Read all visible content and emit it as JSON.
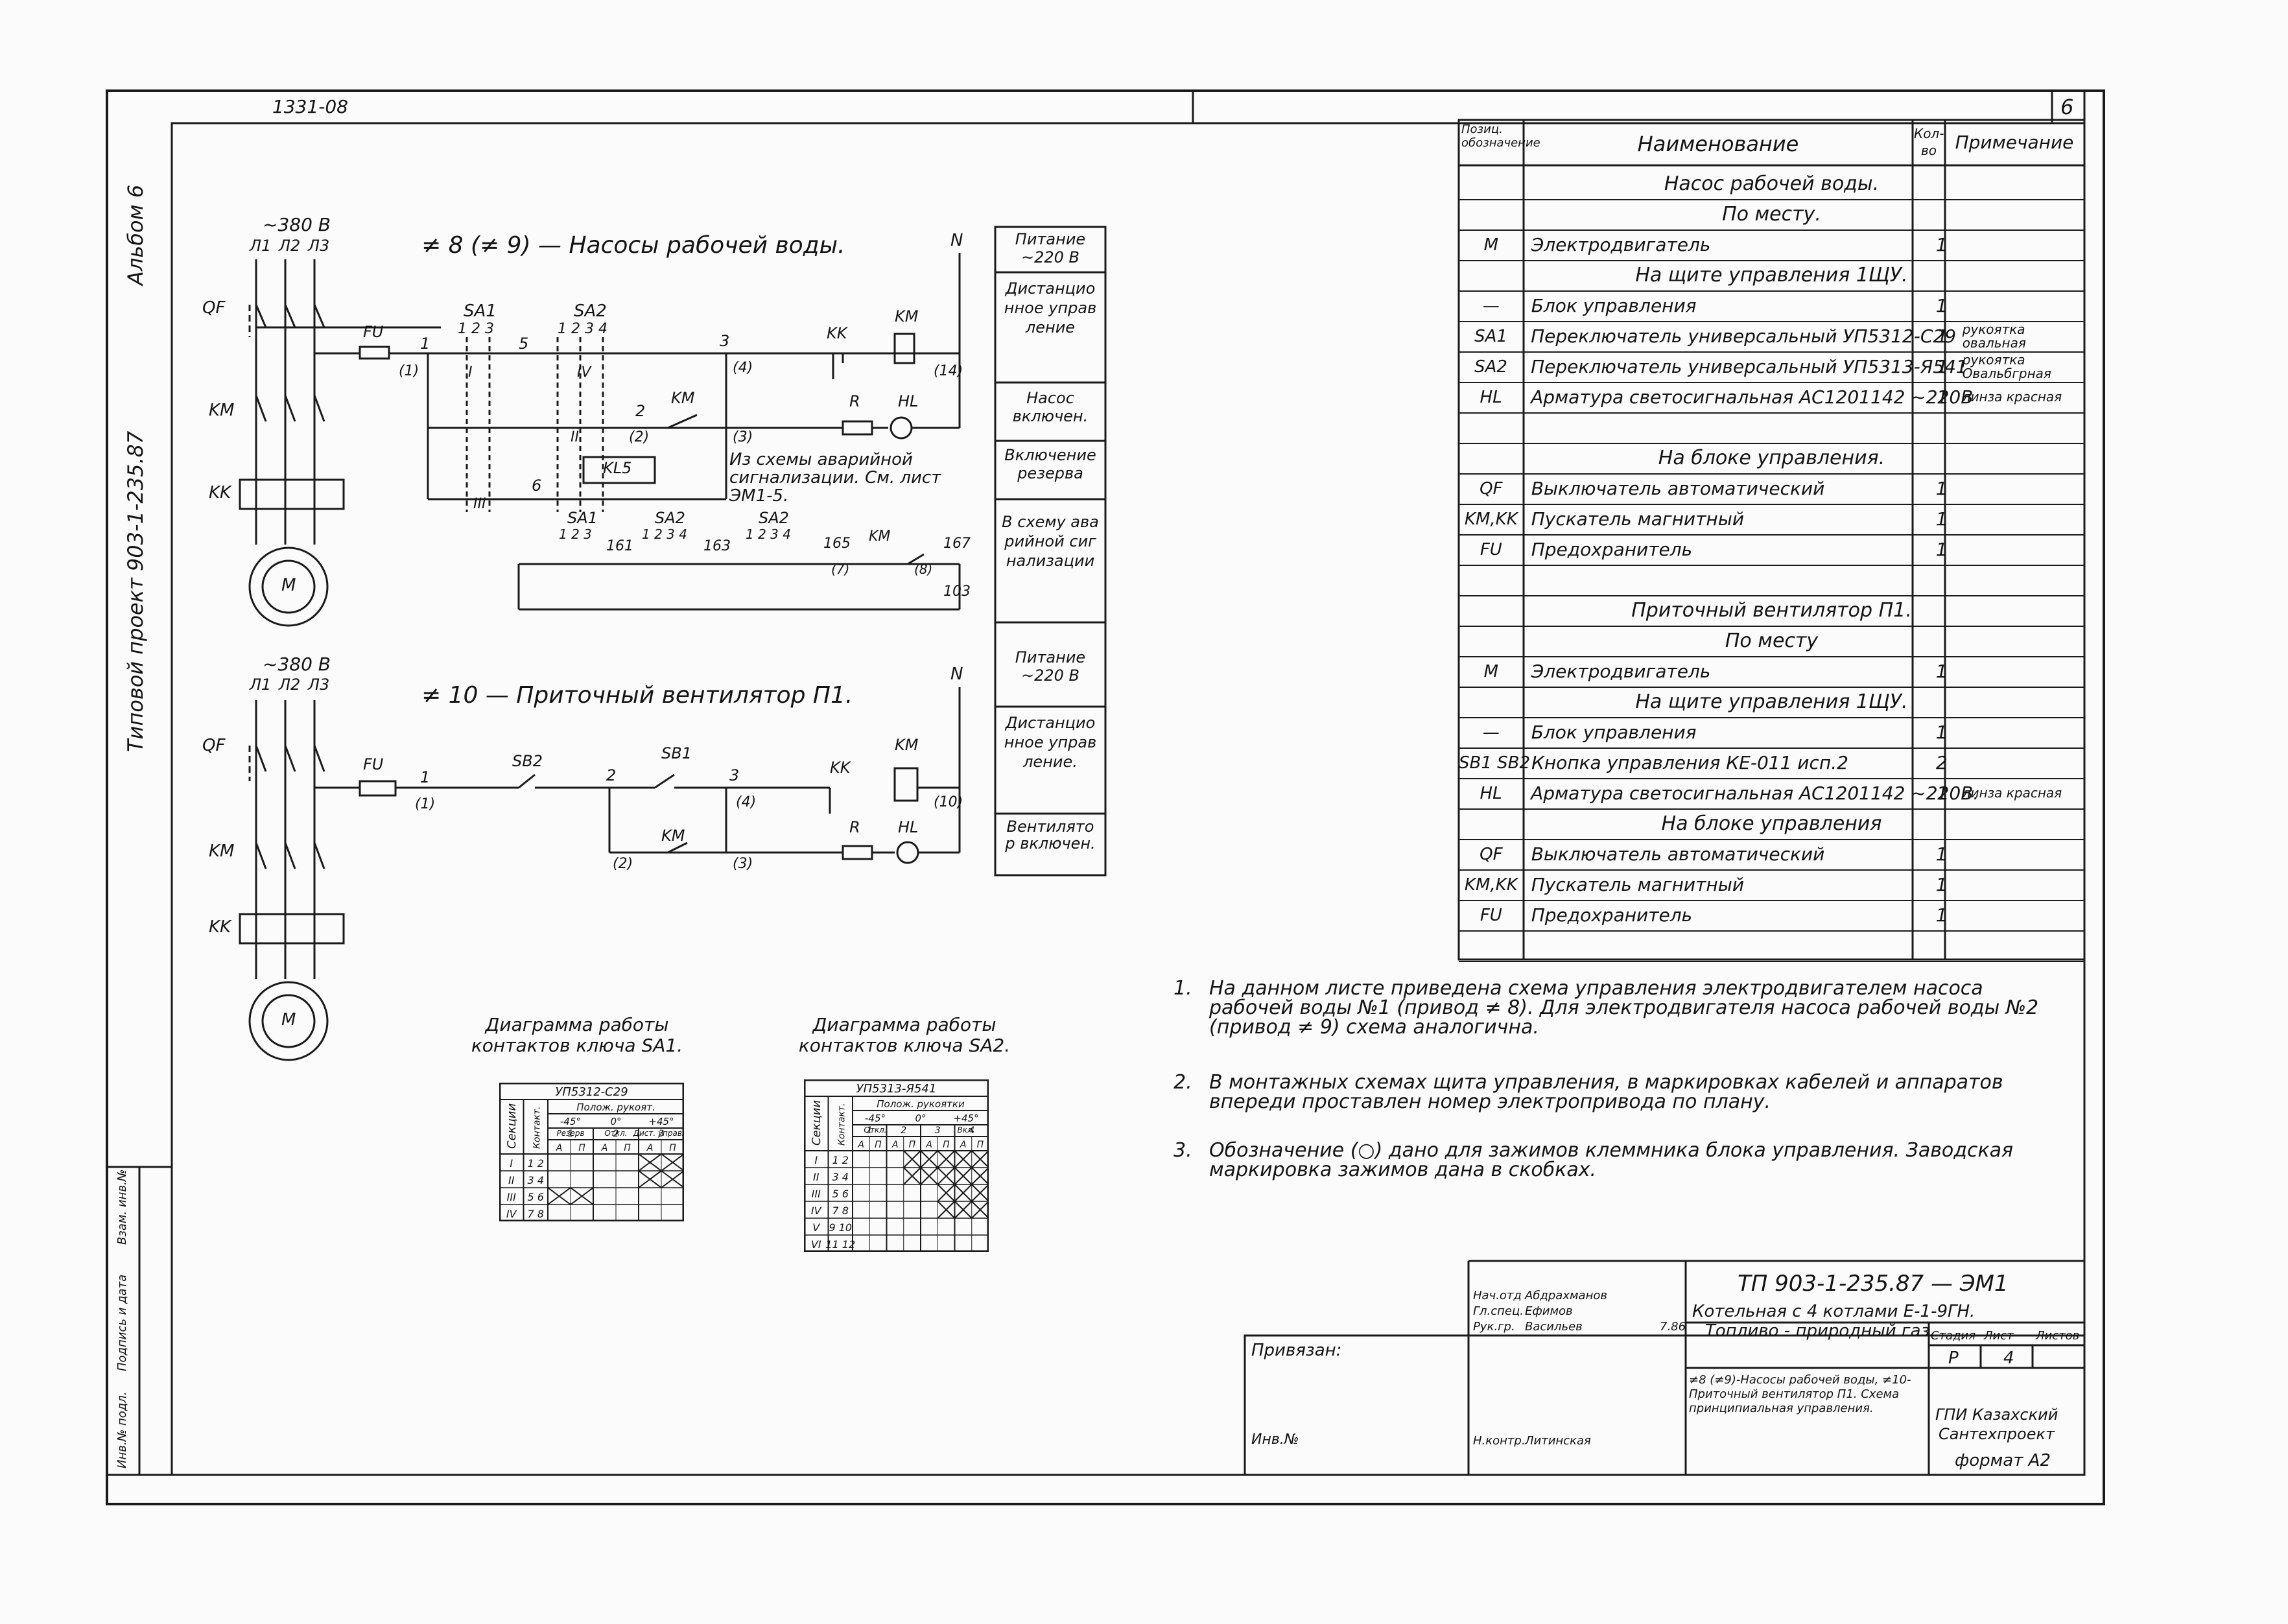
{
  "sheet": {
    "number": "6",
    "top_code": "1331-08",
    "album": "Альбом 6",
    "project": "Типовой проект 903-1-235.87"
  },
  "circuit1": {
    "supply": "~380 В",
    "phases": [
      "Л1",
      "Л2",
      "Л3"
    ],
    "title": "≠ 8 (≠ 9) — Насосы рабочей воды.",
    "labels": {
      "qf": "QF",
      "km": "KM",
      "kk": "KK",
      "motor": "M",
      "fu": "FU",
      "sa1": "SA1",
      "sa2": "SA2",
      "sa1_contacts": "1 2 3",
      "sa2_contacts": "1 2 3 4",
      "n": "N",
      "kk_coil": "KK",
      "km_coil": "KM",
      "km_contact": "KM",
      "r": "R",
      "hl": "HL",
      "kl5": "KL5",
      "node1": "1",
      "node1_term": "(1)",
      "node5": "5",
      "node2": "2",
      "node2_term": "(2)",
      "node3": "3",
      "node3_term_a": "(4)",
      "node3_term_b": "(3)",
      "node6": "6",
      "node_right_term": "(14)",
      "sec_i": "I",
      "sec_iv": "IV",
      "sec_ii": "II",
      "sec_iii": "III",
      "from_alarm": "Из схемы аварийной сигнализации. См. лист ЭМ1-5.",
      "alarm_sa1": "SA1",
      "alarm_sa2a": "SA2",
      "alarm_sa2b": "SA2",
      "alarm_sa1_c": "1 2 3",
      "alarm_sa2a_c": "1 2 3 4",
      "alarm_sa2b_c": "1 2 3 4",
      "n161": "161",
      "n163": "163",
      "n165": "165",
      "n167": "167",
      "n103": "103",
      "t7": "(7)",
      "t8": "(8)",
      "alarm_km": "KM"
    }
  },
  "circuit2": {
    "supply": "~380 В",
    "phases": [
      "Л1",
      "Л2",
      "Л3"
    ],
    "title": "≠ 10 — Приточный вентилятор П1.",
    "labels": {
      "qf": "QF",
      "km": "KM",
      "kk": "KK",
      "motor": "M",
      "fu": "FU",
      "node1": "1",
      "node1_term": "(1)",
      "sb2": "SB2",
      "node2": "2",
      "node2_term": "(2)",
      "sb1": "SB1",
      "node3": "3",
      "node3_term_a": "(4)",
      "node3_term_b": "(3)",
      "kk_contact": "KK",
      "km_coil": "KM",
      "km_contact": "KM",
      "n": "N",
      "r": "R",
      "hl": "HL",
      "node10": "(10)"
    }
  },
  "function_column": [
    "Питание ~220 В",
    "Дистанционное управление",
    "Насос включен.",
    "Включение резерва",
    "В схему аварийной сигнализации",
    "Питание ~220 В",
    "Дистанционное управление.",
    "Вентилятор включен."
  ],
  "spec_table": {
    "headers": {
      "pos": "Позиц. обозначение",
      "name": "Наименование",
      "qty": "Кол-во",
      "note": "Примечание"
    },
    "rows": [
      {
        "section": "Насос рабочей воды."
      },
      {
        "section": "По месту."
      },
      {
        "pos": "M",
        "name": "Электродвигатель",
        "qty": "1",
        "note": ""
      },
      {
        "section": "На щите управления 1ЩУ."
      },
      {
        "pos": "—",
        "name": "Блок управления",
        "qty": "1",
        "note": ""
      },
      {
        "pos": "SA1",
        "name": "Переключатель универсальный УП5312-С29",
        "qty": "1",
        "note": "рукоятка овальная"
      },
      {
        "pos": "SA2",
        "name": "Переключатель универсальный УП5313-Я541",
        "qty": "1",
        "note": "рукоятка Овальбгрная"
      },
      {
        "pos": "HL",
        "name": "Арматура светосигнальная АС1201142 ~220В",
        "qty": "1",
        "note": "линза красная"
      },
      {
        "pos": "",
        "name": "",
        "qty": "",
        "note": ""
      },
      {
        "section": "На блоке управления."
      },
      {
        "pos": "QF",
        "name": "Выключатель автоматический",
        "qty": "1",
        "note": ""
      },
      {
        "pos": "KM,KK",
        "name": "Пускатель магнитный",
        "qty": "1",
        "note": ""
      },
      {
        "pos": "FU",
        "name": "Предохранитель",
        "qty": "1",
        "note": ""
      },
      {
        "pos": "",
        "name": "",
        "qty": "",
        "note": ""
      },
      {
        "section": "Приточный вентилятор П1."
      },
      {
        "section": "По месту"
      },
      {
        "pos": "M",
        "name": "Электродвигатель",
        "qty": "1",
        "note": ""
      },
      {
        "section": "На щите управления 1ЩУ."
      },
      {
        "pos": "—",
        "name": "Блок управления",
        "qty": "1",
        "note": ""
      },
      {
        "pos": "SB1 SB2",
        "name": "Кнопка управления КЕ-011 исп.2",
        "qty": "2",
        "note": ""
      },
      {
        "pos": "HL",
        "name": "Арматура светосигнальная АС1201142 ~220В.",
        "qty": "1",
        "note": "линза красная"
      },
      {
        "section": "На блоке управления"
      },
      {
        "pos": "QF",
        "name": "Выключатель автоматический",
        "qty": "1",
        "note": ""
      },
      {
        "pos": "KM,KK",
        "name": "Пускатель магнитный",
        "qty": "1",
        "note": ""
      },
      {
        "pos": "FU",
        "name": "Предохранитель",
        "qty": "1",
        "note": ""
      },
      {
        "pos": "",
        "name": "",
        "qty": "",
        "note": ""
      }
    ]
  },
  "notes": [
    {
      "num": "1.",
      "text": "На данном листе приведена схема управления электродвигателем насоса рабочей воды №1 (привод ≠ 8). Для электродвигателя насоса рабочей воды №2 (привод ≠ 9) схема аналогична."
    },
    {
      "num": "2.",
      "text": "В монтажных схемах щита управления, в маркировках кабелей и аппаратов впереди проставлен номер электропривода по плану."
    },
    {
      "num": "3.",
      "text": "Обозначение (○) дано для зажимов клеммника блока управления. Заводская маркировка зажимов дана в скобках."
    }
  ],
  "diagram_sa1": {
    "title": "Диаграмма работы контактов ключа SA1.",
    "switch": "УП5312-С29",
    "position_header": "Полож. рукоят.",
    "angles": [
      "-45°",
      "0°",
      "+45°"
    ],
    "position_names": [
      "Резерв",
      "Откл.",
      "Дист. управл."
    ],
    "position_numbers": [
      "1",
      "2",
      "3"
    ],
    "col_sections": "Секции",
    "col_contacts": "Контакт.",
    "sub": [
      "А",
      "П",
      "А",
      "П",
      "А",
      "П"
    ],
    "rows": [
      {
        "section": "I",
        "contacts": "1 2",
        "marks": [
          0,
          0,
          0,
          0,
          1,
          1
        ]
      },
      {
        "section": "II",
        "contacts": "3 4",
        "marks": [
          0,
          0,
          0,
          0,
          1,
          1
        ]
      },
      {
        "section": "III",
        "contacts": "5 6",
        "marks": [
          1,
          1,
          0,
          0,
          0,
          0
        ]
      },
      {
        "section": "IV",
        "contacts": "7 8",
        "marks": [
          0,
          0,
          0,
          0,
          0,
          0
        ]
      }
    ]
  },
  "diagram_sa2": {
    "title": "Диаграмма работы контактов ключа SA2.",
    "switch": "УП5313-Я541",
    "position_header": "Полож. рукоятки",
    "angles": [
      "-45°",
      "0°",
      "+45°"
    ],
    "position_names": [
      "Откл.",
      "",
      "Вкл."
    ],
    "position_numbers": [
      "1",
      "2",
      "3",
      "4"
    ],
    "col_sections": "Секции",
    "col_contacts": "Контакт.",
    "sub": [
      "А",
      "П",
      "А",
      "П",
      "А",
      "П",
      "А",
      "П"
    ],
    "rows": [
      {
        "section": "I",
        "contacts": "1 2",
        "marks": [
          0,
          0,
          0,
          1,
          1,
          1,
          1,
          1
        ]
      },
      {
        "section": "II",
        "contacts": "3 4",
        "marks": [
          0,
          0,
          0,
          1,
          1,
          1,
          1,
          1
        ]
      },
      {
        "section": "III",
        "contacts": "5 6",
        "marks": [
          0,
          0,
          0,
          0,
          0,
          1,
          1,
          1
        ]
      },
      {
        "section": "IV",
        "contacts": "7 8",
        "marks": [
          0,
          0,
          0,
          0,
          0,
          1,
          1,
          1
        ]
      },
      {
        "section": "V",
        "contacts": "9 10",
        "marks": [
          0,
          0,
          0,
          0,
          0,
          0,
          0,
          0
        ]
      },
      {
        "section": "VI",
        "contacts": "11 12",
        "marks": [
          0,
          0,
          0,
          0,
          0,
          0,
          0,
          0
        ]
      }
    ]
  },
  "title_block": {
    "code": "ТП 903-1-235.87 — ЭМ1",
    "description_1": "Котельная с 4 котлами Е-1-9ГН.",
    "description_2": "Топливо - природный газ.",
    "staff": [
      {
        "role": "Нач.отд",
        "name": "Абдрахманов"
      },
      {
        "role": "Гл.спец.",
        "name": "Ефимов"
      },
      {
        "role": "Рук.гр.",
        "name": "Васильев"
      },
      {
        "role": "Н.контр.",
        "name": "Литинская"
      }
    ],
    "date": "7.86",
    "stage_header": "Стадия",
    "sheet_header": "Лист",
    "sheets_header": "Листов",
    "stage": "Р",
    "sheet": "4",
    "sheet_caption": "≠8 (≠9)-Насосы рабочей воды, ≠10-Приточный вентилятор П1. Схема принципиальная управления.",
    "org_1": "ГПИ Казахский",
    "org_2": "Сантехпроект",
    "format": "формат А2",
    "privyazan": "Привязан:",
    "inv": "Инв.№"
  },
  "left_stamp": [
    "Инв.№ подл.",
    "Подпись и дата",
    "Взам. инв.№"
  ]
}
